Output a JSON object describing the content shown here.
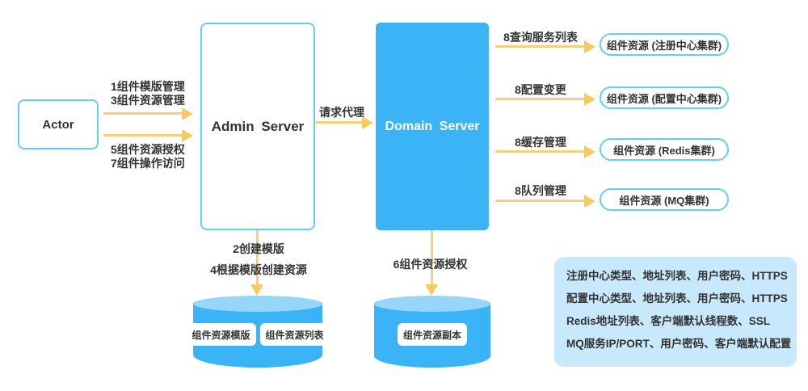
{
  "nodes": {
    "actor": "Actor",
    "admin_server": "Admin Server",
    "domain_server": "Domain Server"
  },
  "flows": {
    "actor_admin_top_line1": "1组件模版管理",
    "actor_admin_top_line2": "3组件资源管理",
    "actor_admin_bottom_line1": "5组件资源授权",
    "actor_admin_bottom_line2": "7组件操作访问",
    "proxy": "请求代理",
    "domain_out": [
      {
        "label": "8查询服务列表",
        "target": "组件资源 (注册中心集群)"
      },
      {
        "label": "8配置变更",
        "target": "组件资源 (配置中心集群)"
      },
      {
        "label": "8缓存管理",
        "target": "组件资源 (Redis集群)"
      },
      {
        "label": "8队列管理",
        "target": "组件资源 (MQ集群)"
      }
    ],
    "admin_db_label1": "2创建模版",
    "admin_db_label2": "4根据模版创建资源",
    "domain_db_label": "6组件资源授权"
  },
  "databases": {
    "admin_db_item1": "组件资源模版",
    "admin_db_item2": "组件资源列表",
    "domain_db_item1": "组件资源副本"
  },
  "info_box": {
    "lines": [
      "注册中心类型、地址列表、用户密码、HTTPS",
      "配置中心类型、地址列表、用户密码、HTTPS",
      "Redis地址列表、客户端默认线程数、SSL",
      "MQ服务IP/PORT、用户密码、客户端默认配置"
    ]
  },
  "colors": {
    "node_blue": "#3AB4F6",
    "border_blue": "#66CCF8",
    "cylinder_top_blue": "#96D7F9",
    "arrow_yellow": "#F9D07A",
    "info_bg": "#C8E8FB",
    "text": "#333333"
  }
}
